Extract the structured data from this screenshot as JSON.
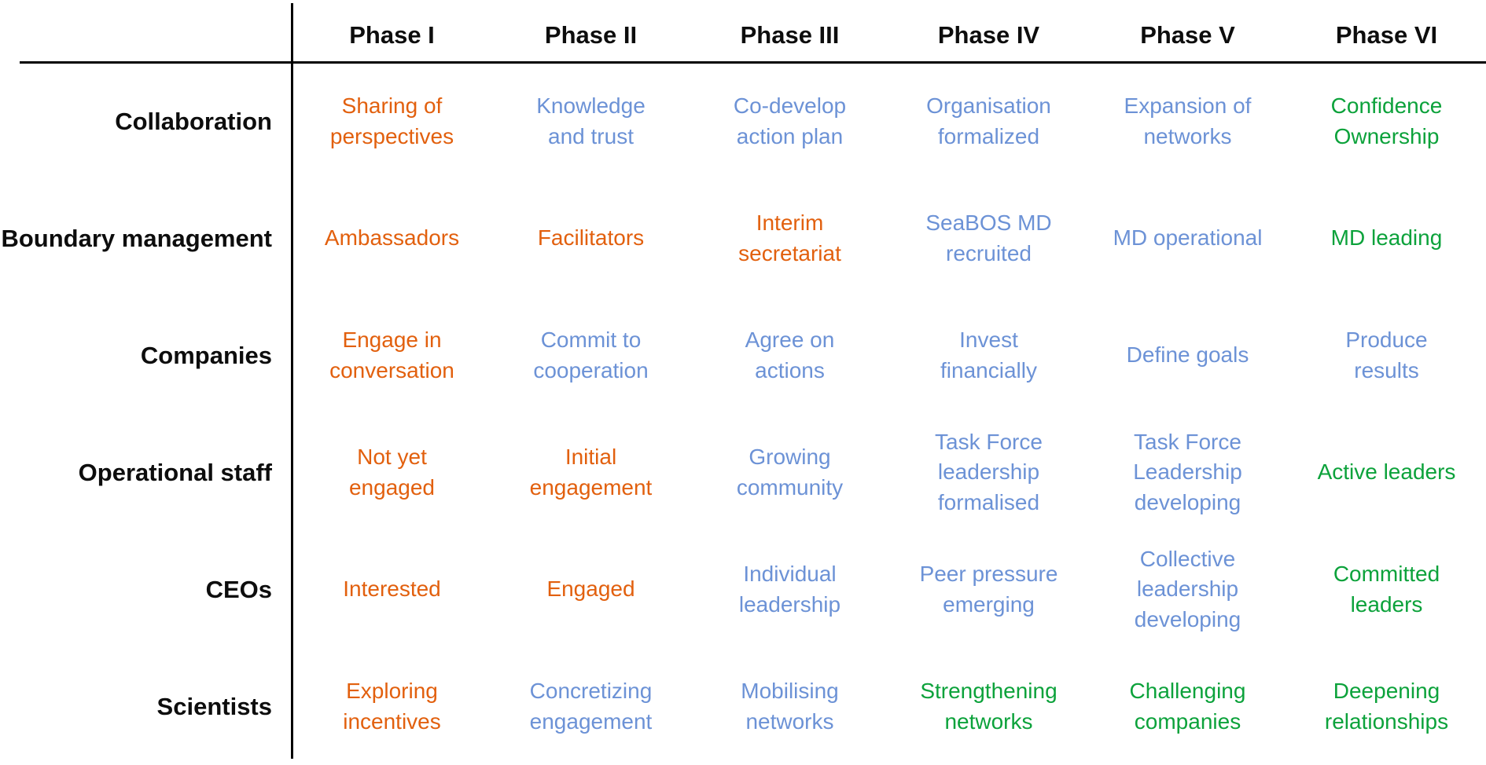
{
  "palette": {
    "orange": "#E2600E",
    "blue": "#6C92D6",
    "green": "#0CA23B",
    "heading_text": "#0d0d0d",
    "line": "#000000",
    "background": "#FFFFFF"
  },
  "header": {
    "phases": [
      "Phase I",
      "Phase II",
      "Phase III",
      "Phase IV",
      "Phase V",
      "Phase VI"
    ]
  },
  "rows": [
    {
      "label": "Collaboration",
      "cells": [
        {
          "text": "Sharing of\nperspectives",
          "color": "orange"
        },
        {
          "text": "Knowledge\nand trust",
          "color": "blue"
        },
        {
          "text": "Co-develop\naction plan",
          "color": "blue"
        },
        {
          "text": "Organisation\nformalized",
          "color": "blue"
        },
        {
          "text": "Expansion of\nnetworks",
          "color": "blue"
        },
        {
          "text": "Confidence\nOwnership",
          "color": "green"
        }
      ]
    },
    {
      "label": "Boundary management",
      "cells": [
        {
          "text": "Ambassadors",
          "color": "orange"
        },
        {
          "text": "Facilitators",
          "color": "orange"
        },
        {
          "text": "Interim\nsecretariat",
          "color": "orange"
        },
        {
          "text": "SeaBOS MD\nrecruited",
          "color": "blue"
        },
        {
          "text": "MD operational",
          "color": "blue"
        },
        {
          "text": "MD leading",
          "color": "green"
        }
      ]
    },
    {
      "label": "Companies",
      "cells": [
        {
          "text": "Engage in\nconversation",
          "color": "orange"
        },
        {
          "text": "Commit to\ncooperation",
          "color": "blue"
        },
        {
          "text": "Agree on\nactions",
          "color": "blue"
        },
        {
          "text": "Invest\nfinancially",
          "color": "blue"
        },
        {
          "text": "Define goals",
          "color": "blue"
        },
        {
          "text": "Produce\nresults",
          "color": "blue"
        }
      ]
    },
    {
      "label": "Operational staff",
      "cells": [
        {
          "text": "Not yet\nengaged",
          "color": "orange"
        },
        {
          "text": "Initial\nengagement",
          "color": "orange"
        },
        {
          "text": "Growing\ncommunity",
          "color": "blue"
        },
        {
          "text": "Task Force\nleadership\nformalised",
          "color": "blue"
        },
        {
          "text": "Task Force\nLeadership\ndeveloping",
          "color": "blue"
        },
        {
          "text": "Active leaders",
          "color": "green"
        }
      ]
    },
    {
      "label": "CEOs",
      "cells": [
        {
          "text": "Interested",
          "color": "orange"
        },
        {
          "text": "Engaged",
          "color": "orange"
        },
        {
          "text": "Individual\nleadership",
          "color": "blue"
        },
        {
          "text": "Peer pressure\nemerging",
          "color": "blue"
        },
        {
          "text": "Collective\nleadership\ndeveloping",
          "color": "blue"
        },
        {
          "text": "Committed\nleaders",
          "color": "green"
        }
      ]
    },
    {
      "label": "Scientists",
      "cells": [
        {
          "text": "Exploring\nincentives",
          "color": "orange"
        },
        {
          "text": "Concretizing\nengagement",
          "color": "blue"
        },
        {
          "text": "Mobilising\nnetworks",
          "color": "blue"
        },
        {
          "text": "Strengthening\nnetworks",
          "color": "green"
        },
        {
          "text": "Challenging\ncompanies",
          "color": "green"
        },
        {
          "text": "Deepening\nrelationships",
          "color": "green"
        }
      ]
    }
  ]
}
